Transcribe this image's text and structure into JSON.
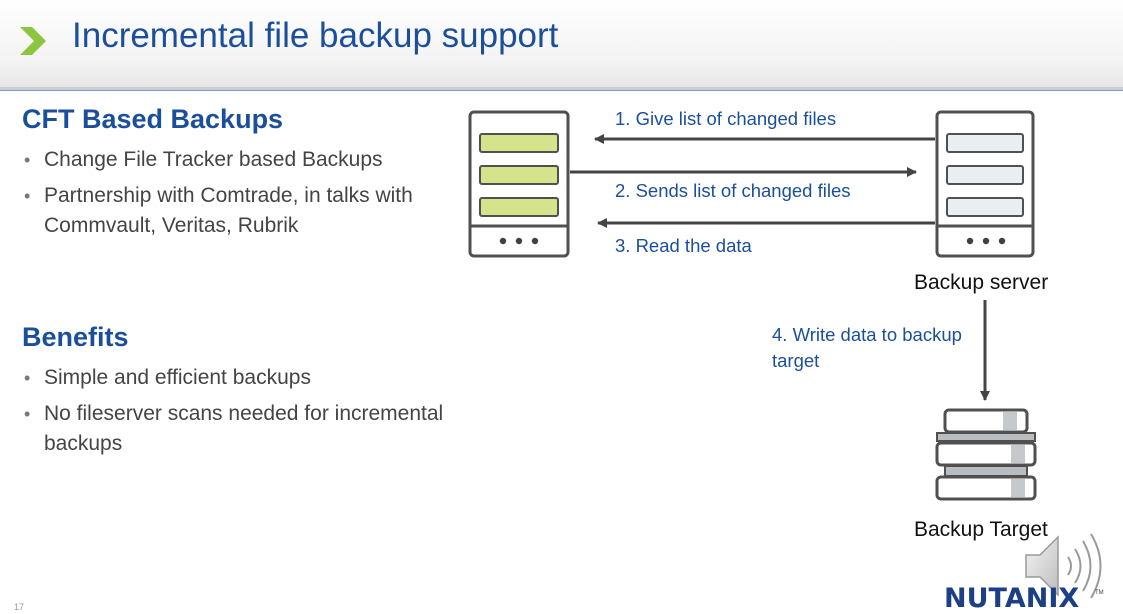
{
  "slide": {
    "title": "Incremental file backup support",
    "number": "17"
  },
  "left": {
    "section1_title": "CFT Based Backups",
    "section1_bullets": [
      "Change File Tracker based Backups",
      "Partnership with Comtrade, in talks with Commvault, Veritas, Rubrik"
    ],
    "section2_title": "Benefits",
    "section2_bullets": [
      "Simple and efficient backups",
      "No fileserver scans needed for incremental backups"
    ]
  },
  "diagram": {
    "arrow1": "1. Give list of changed files",
    "arrow2": "2. Sends list of changed files",
    "arrow3": "3. Read the data",
    "arrow4_line1": "4. Write data to backup",
    "arrow4_line2": "target",
    "backup_server": "Backup server",
    "backup_target": "Backup Target"
  },
  "brand": {
    "logo": "NUTANIX",
    "tm": "TM"
  },
  "colors": {
    "title_blue": "#1b4f9c",
    "chevron_green": "#8cc63f",
    "file_server_slot": "#d4e48a",
    "backup_server_slot": "#e8eef2",
    "arrow_gray": "#444444"
  },
  "icons": {
    "chevron": "chevron-right-icon",
    "file_server": "server-icon",
    "backup_server": "server-icon",
    "backup_target": "storage-stack-icon",
    "speaker": "speaker-icon"
  }
}
